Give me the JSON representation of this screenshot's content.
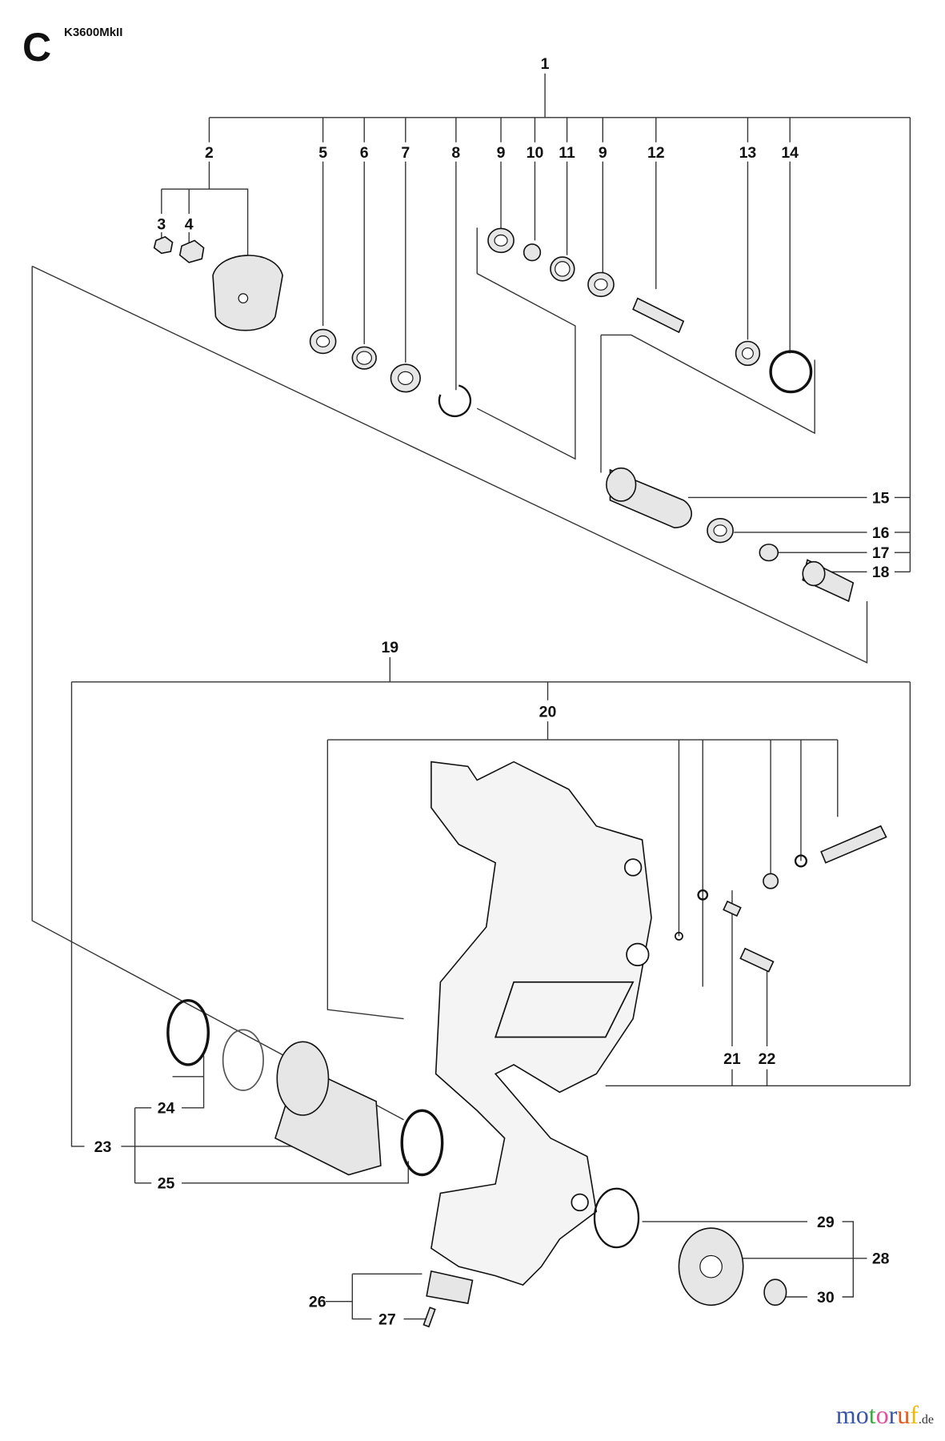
{
  "header": {
    "section_letter": "C",
    "model": "K3600MkII"
  },
  "callouts": {
    "c1": "1",
    "c2": "2",
    "c3": "3",
    "c4": "4",
    "c5": "5",
    "c6": "6",
    "c7": "7",
    "c8": "8",
    "c9a": "9",
    "c10": "10",
    "c11": "11",
    "c9b": "9",
    "c12": "12",
    "c13": "13",
    "c14": "14",
    "c15": "15",
    "c16": "16",
    "c17": "17",
    "c18": "18",
    "c19": "19",
    "c20": "20",
    "c21": "21",
    "c22": "22",
    "c23": "23",
    "c24": "24",
    "c25": "25",
    "c26": "26",
    "c27": "27",
    "c28": "28",
    "c29": "29",
    "c30": "30"
  },
  "watermark": {
    "letters": [
      "m",
      "o",
      "t",
      "o",
      "r",
      "u",
      "f"
    ],
    "suffix": ".de",
    "colors": [
      "#3a56a8",
      "#3a56a8",
      "#3ea845",
      "#e04f9a",
      "#3a56a8",
      "#e05a1e",
      "#f0b800"
    ]
  }
}
